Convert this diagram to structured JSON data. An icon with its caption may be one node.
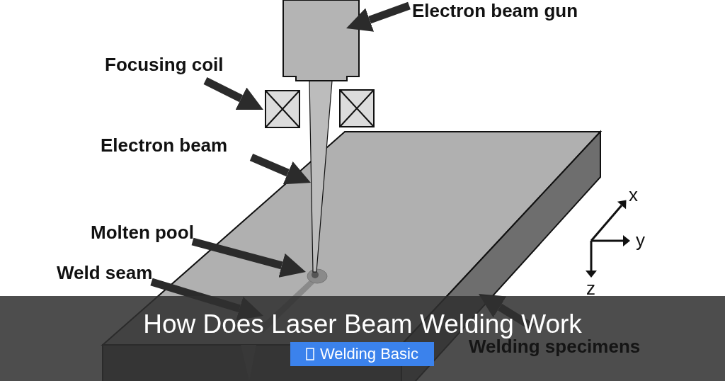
{
  "diagram": {
    "title": "How Does Laser Beam Welding Work",
    "nodes": [
      {
        "text": [
          "Electron beam gun"
        ]
      },
      {
        "text": [],
        "shape": "box"
      },
      {
        "text": [
          "Focusing coil"
        ]
      },
      {
        "text": [],
        "shape": "box"
      },
      {
        "text": [],
        "shape": "box"
      },
      {
        "text": [
          "Electron beam"
        ]
      },
      {
        "text": [],
        "shape": "cone"
      },
      {
        "text": [
          "Molten pool"
        ]
      },
      {
        "text": [],
        "shape": "circle",
        "in": 12
      },
      {
        "text": [
          "Weld seam"
        ]
      },
      {
        "text": [],
        "shape": "bar",
        "in": 12
      },
      {
        "text": [
          "Welding specimens"
        ]
      },
      {
        "text": [],
        "shape": "box"
      }
    ],
    "edges": [
      {
        "from": 0,
        "to": 1,
        "arrow": "to"
      },
      {
        "from": 2,
        "to": 3,
        "arrow": "to"
      },
      {
        "from": 5,
        "to": 6,
        "arrow": "to"
      },
      {
        "from": 7,
        "to": 8,
        "arrow": "to"
      },
      {
        "from": 9,
        "to": 10,
        "arrow": "to"
      },
      {
        "from": 11,
        "to": 12,
        "arrow": "to"
      }
    ],
    "labels": [
      "x",
      "y",
      "z",
      "Welding Basic"
    ]
  }
}
